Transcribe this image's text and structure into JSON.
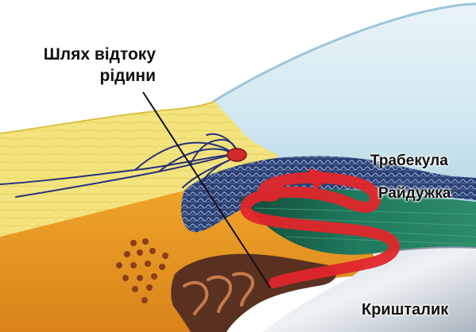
{
  "labels": {
    "outflow_path_line1": "Шлях відтоку",
    "outflow_path_line2": "рідини",
    "trabecula": "Трабекула",
    "iris": "Райдужка",
    "lens": "Кришталик"
  },
  "colors": {
    "sclera": "#f2e27a",
    "ciliary_body": "#e9981c",
    "cornea": "#cfe6f0",
    "trabecular_meshwork": "#2a3d6e",
    "iris": "#1f6b55",
    "lens": "#dfe7ee",
    "flow_arrow": "#e0262b",
    "vessel": "#26307a"
  }
}
